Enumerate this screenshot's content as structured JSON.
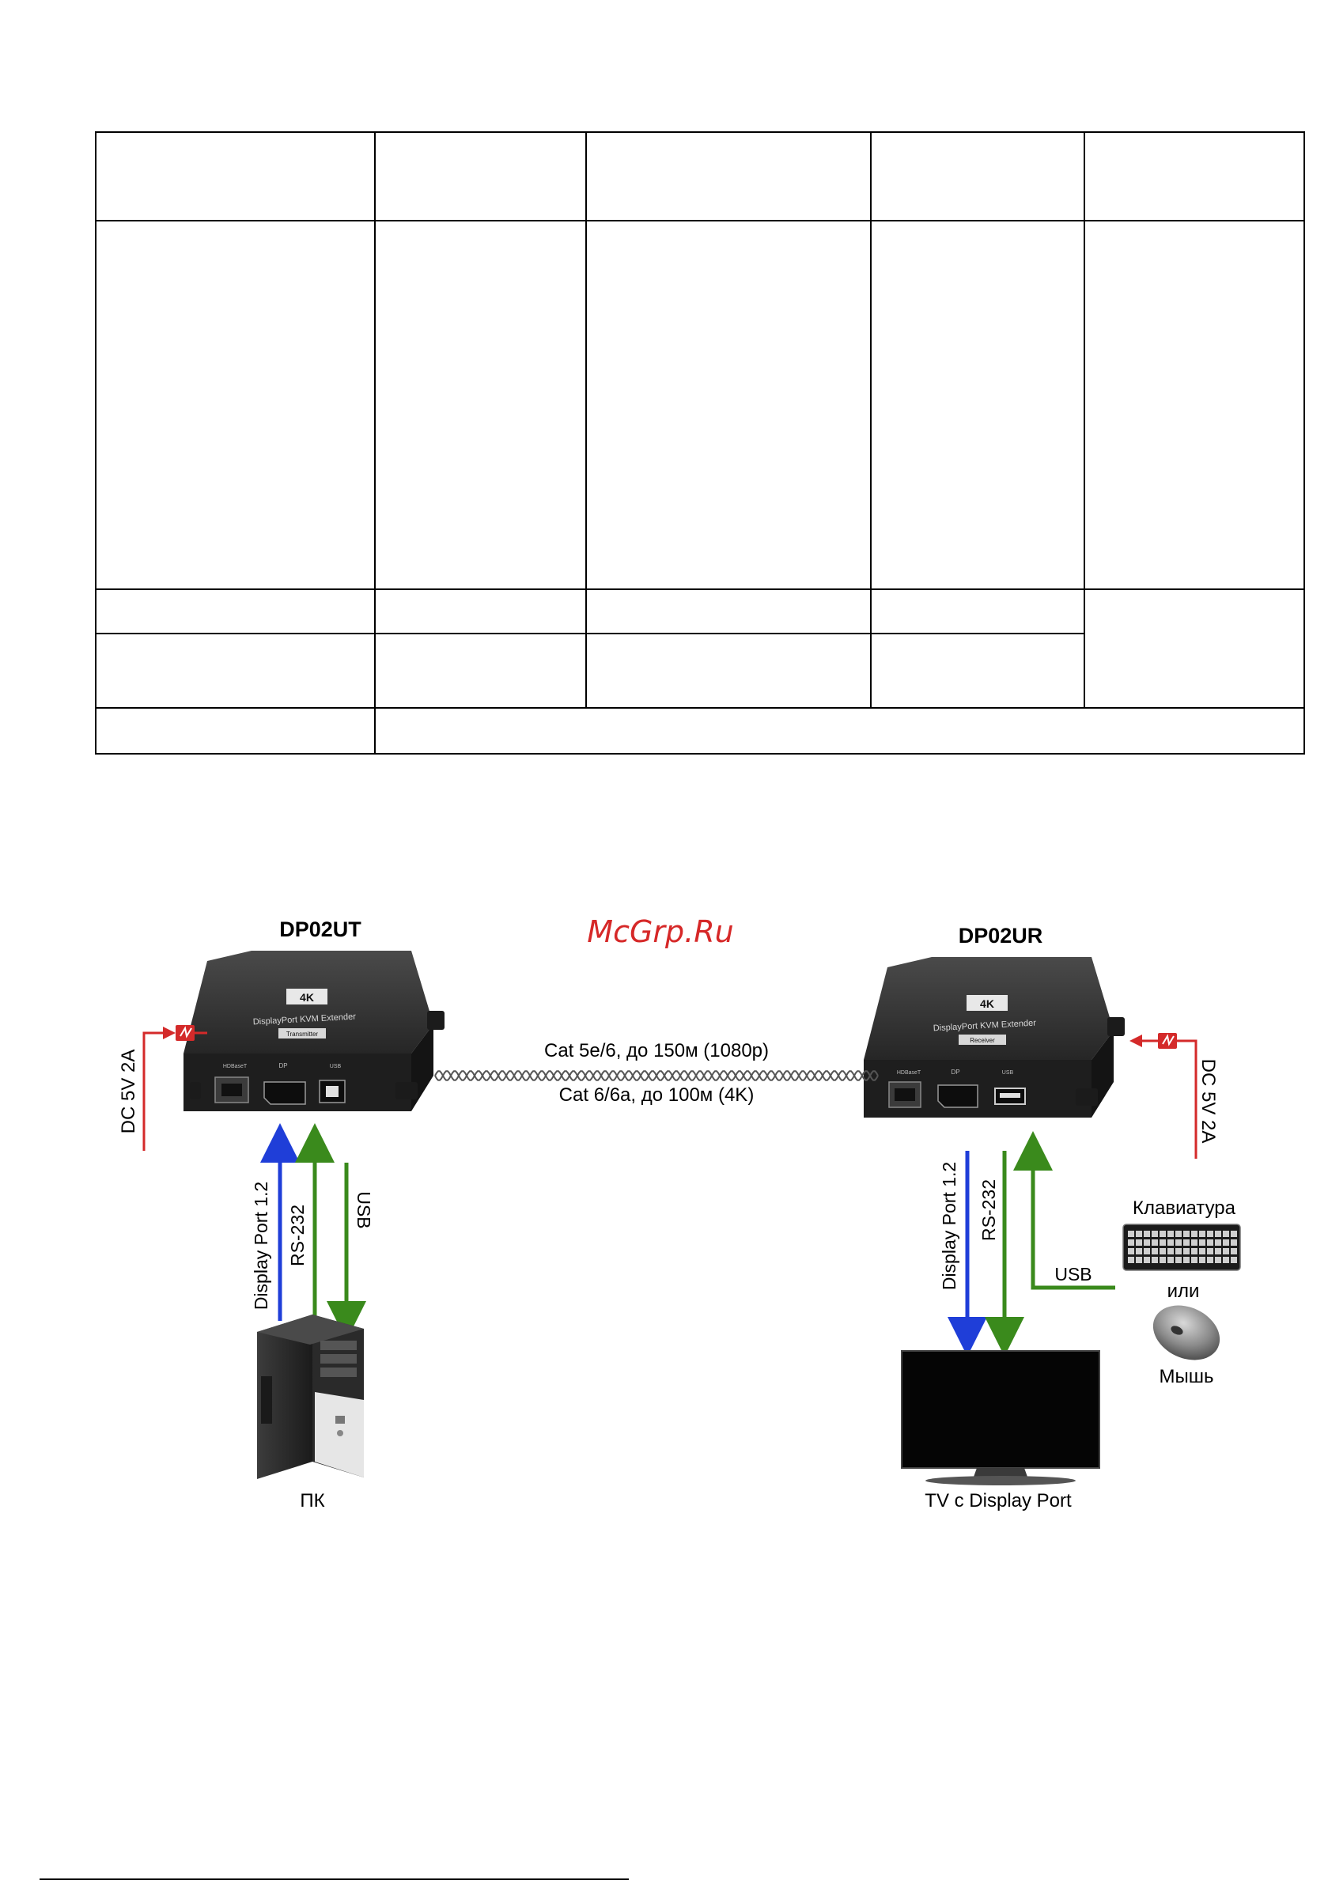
{
  "diagram": {
    "watermark": "McGrp.Ru",
    "transmitter": {
      "model": "DP02UT",
      "badge": "4K",
      "panel_text": "DisplayPort  KVM  Extender",
      "role_label": "Transmitter",
      "port_labels": [
        "HDBaseT",
        "DP",
        "USB"
      ]
    },
    "receiver": {
      "model": "DP02UR",
      "badge": "4K",
      "panel_text": "DisplayPort  KVM  Extender",
      "role_label": "Receiver",
      "port_labels": [
        "HDBaseT",
        "DP",
        "USB"
      ]
    },
    "cable": {
      "line1": "Cat 5e/6, до 150м (1080p)",
      "line2": "Cat 6/6a, до 100м (4K)"
    },
    "power_left": "DC 5V 2A",
    "power_right": "DC 5V 2A",
    "left_signals": {
      "displayport": "Display Port 1.2",
      "rs232": "RS-232",
      "usb": "USB"
    },
    "right_signals": {
      "displayport": "Display Port 1.2",
      "rs232": "RS-232",
      "usb": "USB"
    },
    "pc_label": "ПК",
    "tv_label": "TV с Display Port",
    "keyboard_label": "Клавиатура",
    "or_label": "или",
    "mouse_label": "Мышь"
  },
  "colors": {
    "displayport": "#1f3ed8",
    "rs232": "#3a8a1c",
    "usb": "#3a8a1c",
    "power": "#d42a2a",
    "device_body": "#2b2b2b"
  }
}
